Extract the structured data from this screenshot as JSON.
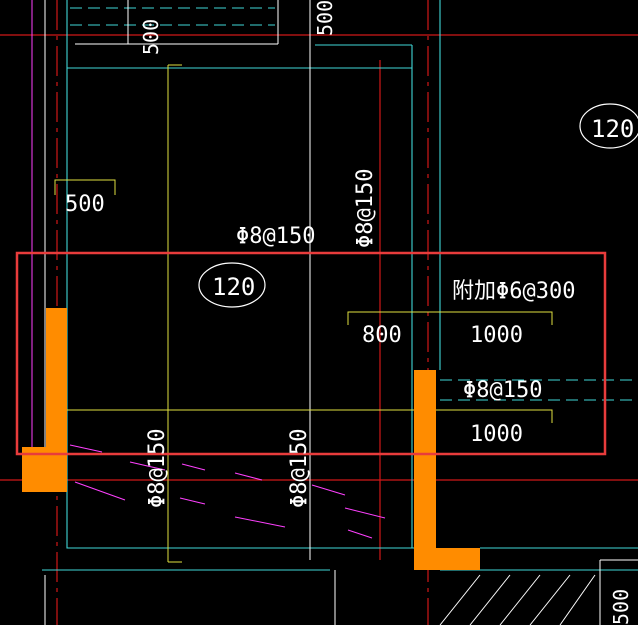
{
  "colors": {
    "background": "#000000",
    "red_axis": "#d01818",
    "cyan": "#40d8d8",
    "yellow": "#e0e040",
    "white": "#ffffff",
    "magenta": "#ff40ff",
    "orange": "#ff8c00",
    "highlight_box": "#e83c3c"
  },
  "labels": {
    "top_dim_500_a": "500",
    "top_dim_500_b": "500",
    "left_dim_500": "500",
    "slab_thickness_main": "120",
    "slab_thickness_right": "120",
    "rebar_top_horizontal": "Φ8@150",
    "rebar_vertical_center": "Φ8@150",
    "rebar_added": "附加Φ6@300",
    "dim_800": "800",
    "dim_1000_upper": "1000",
    "rebar_mid_right": "Φ8@150",
    "dim_1000_lower": "1000",
    "rebar_bottom_left": "Φ8@150",
    "rebar_bottom_mid": "Φ8@150",
    "bottom_right_dim_500": "500"
  }
}
